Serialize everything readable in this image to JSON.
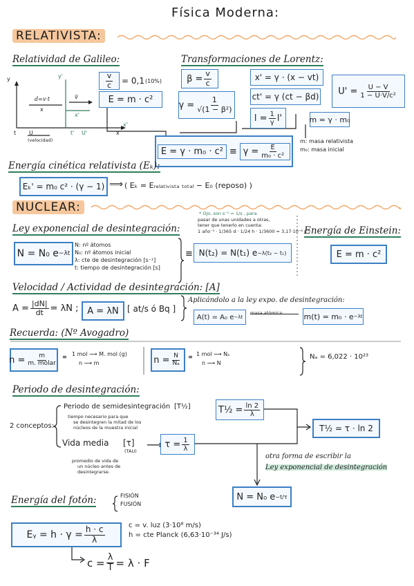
{
  "title": "Física Moderna:",
  "relativista": {
    "section": "RELATIVISTA:",
    "galileo": {
      "heading": "Relatividad de Galileo:",
      "axis_y": "y",
      "axis_y2": "y'",
      "axis_x": "x",
      "axis_x2": "x'",
      "d_label": "d=v·t",
      "v_label": "v⃗",
      "x_mid": "x",
      "xp_mid": "x'",
      "t_label": "t",
      "u_label": "U",
      "u_sub": "(velocidad)",
      "tp_label": "t'",
      "up_label": "U'"
    },
    "eq_vc": {
      "num": "v",
      "den": "c",
      "rest": "= 0,1",
      "note": "(10%)"
    },
    "eq_emc2": "E = m · c²",
    "lorentz": {
      "heading": "Transformaciones de Lorentz:",
      "beta": {
        "lhs": "β =",
        "num": "v",
        "den": "c"
      },
      "gamma": {
        "lhs": "γ =",
        "num": "1",
        "den": "√(1 − β²)"
      },
      "xprime": "x' = γ · (x − vt)",
      "ctprime": "ct' = γ (ct − βd)",
      "lprime": {
        "lhs": "l =",
        "num": "1",
        "den": "γ",
        "rest": "l'"
      },
      "vel": {
        "lhs": "U' =",
        "num": "U − V",
        "den": "1 − U·V/c²"
      },
      "mass": "m = γ · m₀"
    },
    "energy_box": {
      "left": "E = γ · m₀ · c²",
      "equiv": "≡",
      "lhs2": "γ =",
      "num": "E",
      "den": "m₀ · c²"
    },
    "notes": [
      "m: masa relativista",
      "m₀: masa inicial"
    ],
    "kinetic": {
      "heading": "Energía cinética relativista (Eₖ):",
      "box": "Eₖ' = m₀ c² · (γ − 1)",
      "arrow": "⟹",
      "text": "( Eₖ = Eᵣₑₗₐₜᵢᵥᵢₛₜₐ ₜₒₜₐₗ − E₀ (reposo) )"
    }
  },
  "nuclear": {
    "section": "NUCLEAR:",
    "ley": {
      "heading": "Ley exponencial de desintegración:",
      "box_lhs": "N = N₀ e",
      "box_exp": "−λt",
      "defs": [
        "N: nº átomos",
        "N₀: nº átomos inicial",
        "λ: cte de desintegración [s⁻¹]",
        "t: tiempo de desintegración [s]"
      ],
      "equiv": "≡",
      "box2_lhs": "N(t₂) = N(t₁) e",
      "box2_exp": "−λ(t₂ − t₁)",
      "note_title": "* Ojo, son s⁻¹ = 1/s , para",
      "note_lines": [
        "pasar de unas unidades a otras,",
        "tener que tenerlo en cuenta:",
        "1 año⁻¹ · 1/365 d · 1/24 h · 1/3600 = 3,17·10⁻⁸ s⁻¹"
      ]
    },
    "einstein": {
      "heading": "Energía de Einstein:",
      "box": "E = m · c²"
    },
    "actividad": {
      "heading": "Velocidad / Actividad de desintegración: [A]",
      "lhs": "A =",
      "num": "|dN|",
      "den": "dt",
      "rest": "= λN ;",
      "box": "A = λN",
      "units": "[ at/s  ó  Bq ]",
      "apply": "Aplicándolo a la ley expo. de desintegración:",
      "box_a": "A(t) = A₀ e",
      "box_a_exp": "−λt",
      "arrow_text": "masa atómica:",
      "box_m": "m(t) = m₀ · e",
      "box_m_exp": "−λt"
    },
    "recuerda": {
      "heading": "Recuerda: (Nº Avogadro)",
      "n_lhs": "n =",
      "n_num": "m",
      "n_den": "m. molar",
      "rel1a": "1 mol ⟶ M. mol (g)",
      "rel1b": "n ⟶ m",
      "n2_lhs": "n =",
      "n2_num": "N",
      "n2_den": "Nₐ",
      "rel2a": "1 mol ⟶ Nₐ",
      "rel2b": "n ⟶ N",
      "avogadro": "Nₐ = 6,022 · 10²³"
    },
    "periodo": {
      "heading": "Periodo de desintegración:",
      "conceptos": "2 conceptos:",
      "semi": "Periodo de semidesintegración",
      "semi_sym": "[T½]",
      "semi_desc": [
        "tiempo necesario para que",
        "se desintegren la mitad de los",
        "núcleos de la muestra inicial"
      ],
      "box_t12": "T½ =",
      "t12_num": "ln 2",
      "t12_den": "λ",
      "vida": "Vida media",
      "vida_sym": "[τ]",
      "vida_sub": "(TAU)",
      "vida_desc": [
        "promedio de vida de",
        "un núcleo antes de",
        "desintegrarse."
      ],
      "box_tau": "τ =",
      "tau_num": "1",
      "tau_den": "λ",
      "box_rel": "T½ = τ · ln 2",
      "otra1": "otra forma de escribir la",
      "otra2": "Ley exponencial de desintegración",
      "box_n": "N = N₀ e",
      "box_n_exp": "−t/τ"
    },
    "foton": {
      "heading": "Energía del fotón:",
      "types": [
        "FISIÓN",
        "FUSIÓN"
      ],
      "box_lhs": "Eᵧ = h · γ =",
      "num": "h · c",
      "den": "λ",
      "c_def": "c = v. luz  (3·10⁸ m/s)",
      "h_def": "h = cte Planck (6,63·10⁻³⁴ J/s)",
      "c_lhs": "c =",
      "c_num": "λ",
      "c_den": "T",
      "c_rest": "= λ · F"
    }
  }
}
